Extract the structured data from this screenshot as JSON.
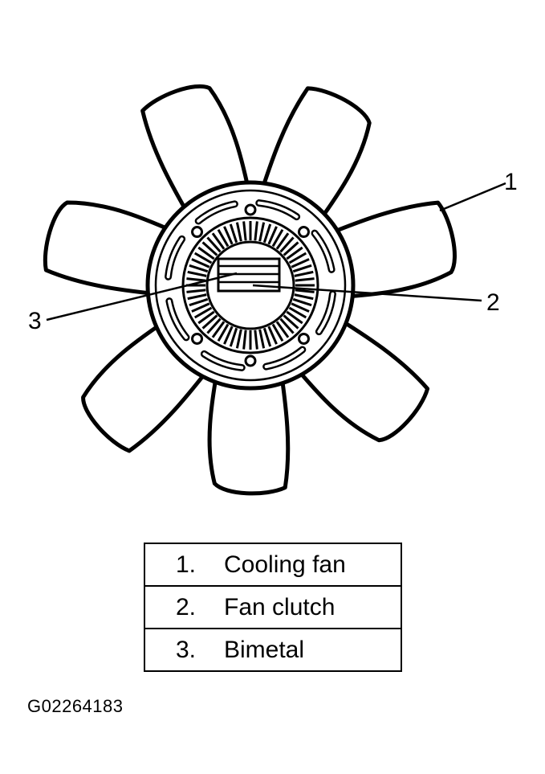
{
  "callouts": [
    {
      "number": "1",
      "target": "blade"
    },
    {
      "number": "2",
      "target": "clutch"
    },
    {
      "number": "3",
      "target": "bimetal"
    }
  ],
  "legend": [
    {
      "number": "1.",
      "label": "Cooling fan"
    },
    {
      "number": "2.",
      "label": "Fan clutch"
    },
    {
      "number": "3.",
      "label": "Bimetal"
    }
  ],
  "figure_id": "G02264183",
  "colors": {
    "line": "#000000",
    "fill": "#ffffff"
  }
}
